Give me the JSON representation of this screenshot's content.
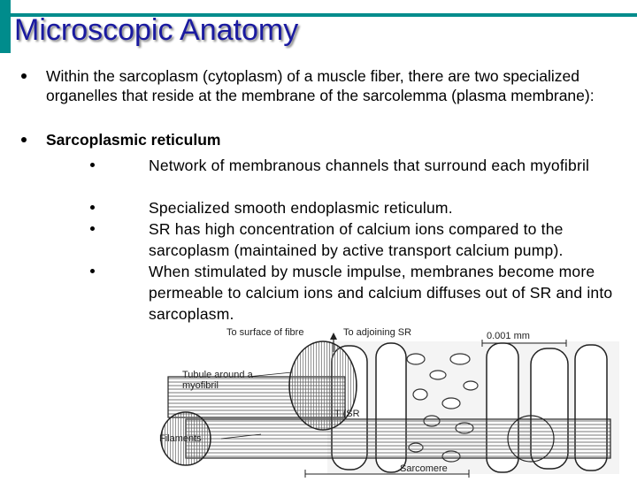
{
  "slide": {
    "title": "Microscopic Anatomy",
    "bullets": [
      {
        "text": "Within the sarcoplasm (cytoplasm) of a muscle fiber, there are two specialized organelles that reside at the membrane of the sarcolemma (plasma membrane):"
      },
      {
        "text": "Sarcoplasmic reticulum"
      }
    ],
    "sub_bullets": [
      "Network of membranous channels that surround each myofibril",
      "Specialized smooth endoplasmic reticulum.",
      "SR has high concentration of calcium ions compared to the sarcoplasm (maintained by active transport calcium pump).",
      "When stimulated by muscle impulse, membranes become more permeable to calcium ions and calcium diffuses out of SR and into sarcoplasm."
    ]
  },
  "figure": {
    "labels": {
      "to_surface": "To surface of fibre",
      "to_adjoining": "To adjoining SR",
      "scale": "0.001 mm",
      "tubule": "Tubule around a myofibril",
      "t_sr": "T (SR",
      "filaments": "Filaments",
      "sarcomere": "Sarcomere"
    }
  }
}
